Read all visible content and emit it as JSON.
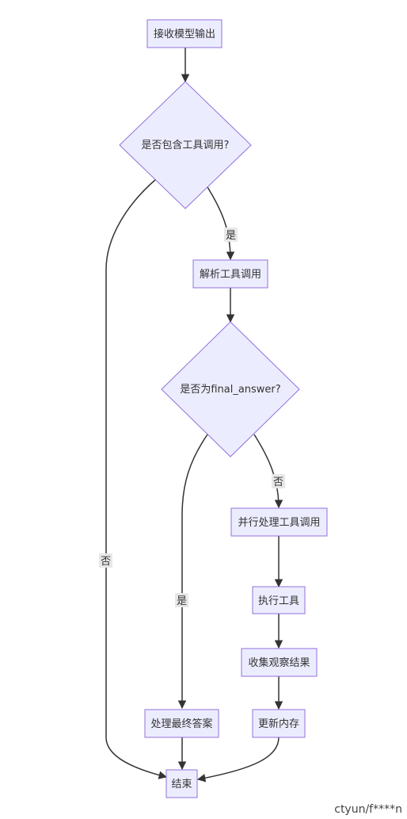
{
  "diagram": {
    "nodes": {
      "receive": "接收模型输出",
      "has_tool": "是否包含工具调用?",
      "parse": "解析工具调用",
      "is_final": "是否为final_answer?",
      "parallel": "并行处理工具调用",
      "exec": "执行工具",
      "collect": "收集观察结果",
      "final_answer": "处理最终答案",
      "update_mem": "更新内存",
      "end": "结束"
    },
    "edge_labels": {
      "has_tool_yes": "是",
      "has_tool_no": "否",
      "is_final_no": "否",
      "is_final_yes": "是"
    }
  },
  "watermark": "ctyun/f****n"
}
